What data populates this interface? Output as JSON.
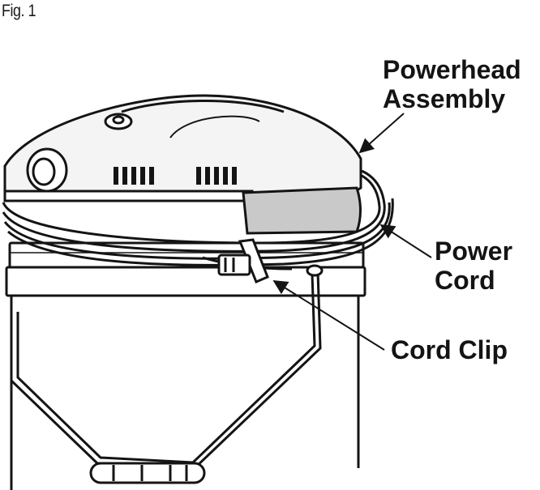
{
  "figure": {
    "label": "Fig. 1"
  },
  "callouts": {
    "powerhead": {
      "line1": "Powerhead",
      "line2": "Assembly"
    },
    "power_cord": {
      "line1": "Power",
      "line2": "Cord"
    },
    "cord_clip": {
      "line1": "Cord Clip"
    }
  },
  "colors": {
    "ink": "#141414",
    "housing_fill": "#f4f4f4",
    "bucket_fill": "#ffffff",
    "panel_fill": "#c9c9c9"
  }
}
